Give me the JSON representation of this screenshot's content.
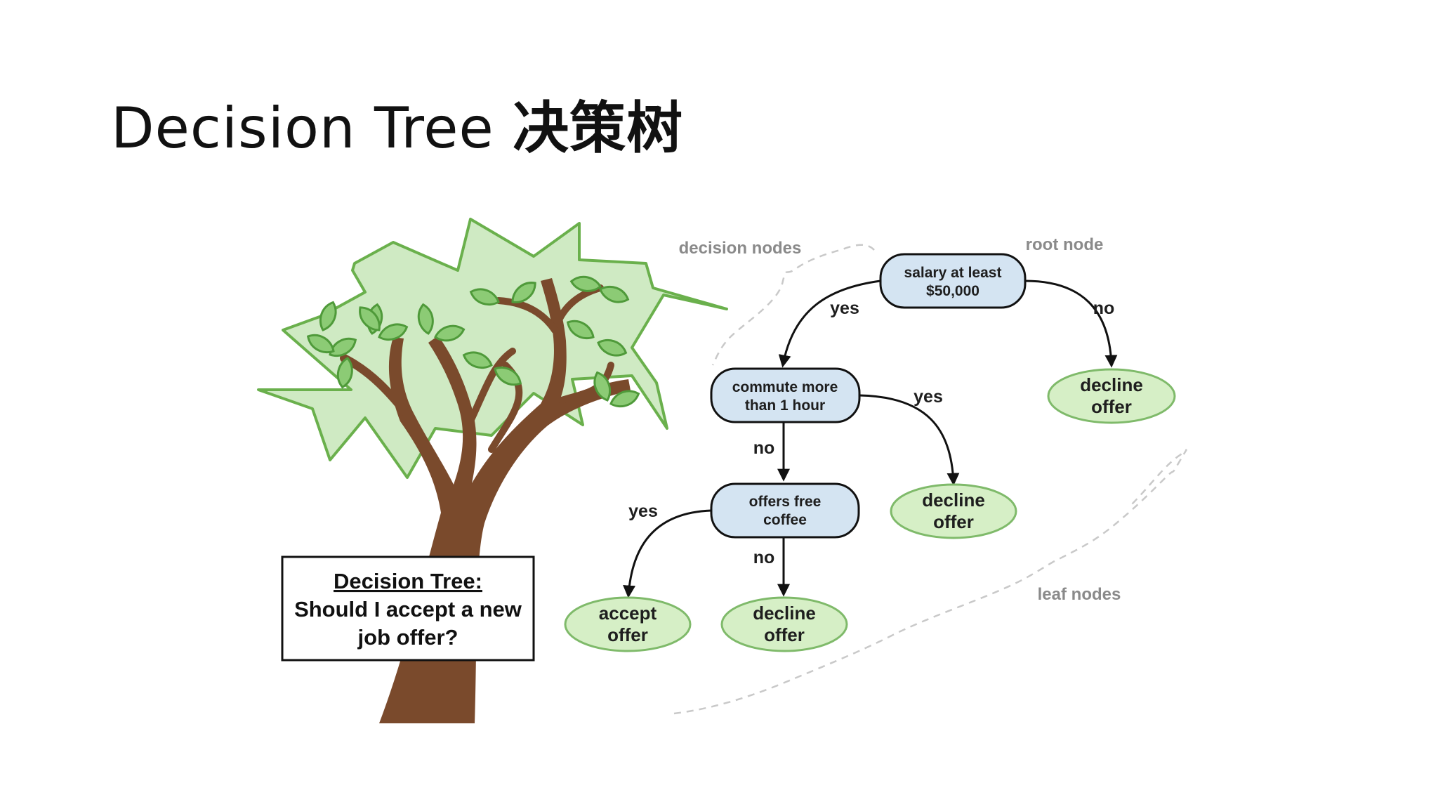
{
  "slide": {
    "title_latin": "Decision Tree",
    "title_cjk": "决策树"
  },
  "sign": {
    "heading": "Decision Tree:",
    "line1": "Should I accept a new",
    "line2": "job offer?"
  },
  "annotations": {
    "decision_nodes": "decision nodes",
    "root_node": "root node",
    "leaf_nodes": "leaf nodes"
  },
  "nodes": {
    "root": {
      "line1": "salary at least",
      "line2": "$50,000"
    },
    "commute": {
      "line1": "commute more",
      "line2": "than 1 hour"
    },
    "coffee": {
      "line1": "offers free",
      "line2": "coffee"
    },
    "leaf_decline_salary": {
      "line1": "decline",
      "line2": "offer"
    },
    "leaf_decline_commute": {
      "line1": "decline",
      "line2": "offer"
    },
    "leaf_accept": {
      "line1": "accept",
      "line2": "offer"
    },
    "leaf_decline_coffee": {
      "line1": "decline",
      "line2": "offer"
    }
  },
  "edges": {
    "root_yes": "yes",
    "root_no": "no",
    "commute_yes": "yes",
    "commute_no": "no",
    "coffee_yes": "yes",
    "coffee_no": "no"
  },
  "colors": {
    "decision_fill": "#d4e4f2",
    "leaf_fill": "#d6efc6",
    "leaf_stroke": "#7fba6a",
    "foliage_fill": "#cfeac3",
    "foliage_stroke": "#6ab04c",
    "leaf_green": "#8ccb75",
    "trunk": "#7a4a2c",
    "dashed_guide": "#c9c9c9"
  }
}
